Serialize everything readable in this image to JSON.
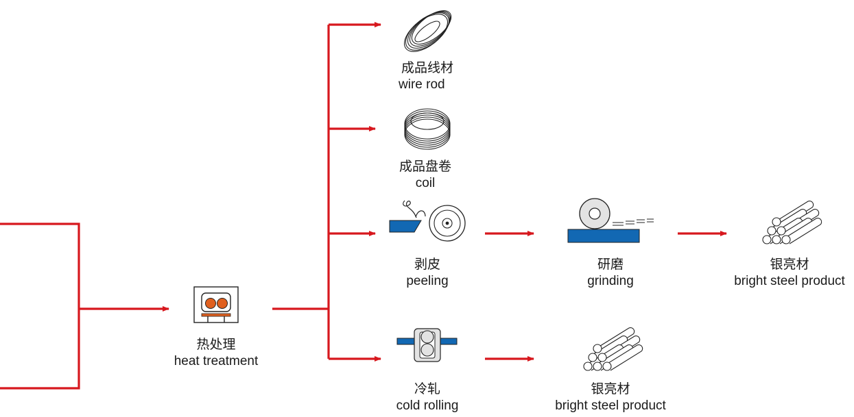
{
  "diagram": {
    "flow_color": "#d7181e",
    "accent_blue": "#1268b3",
    "accent_orange": "#e0601f"
  },
  "nodes": {
    "heat_treatment": {
      "zh": "热处理",
      "en": "heat treatment",
      "icon": "furnace-icon"
    },
    "wire_rod": {
      "zh": "成品线材",
      "en": "wire rod",
      "icon": "wire-rod-icon"
    },
    "coil": {
      "zh": "成品盘卷",
      "en": "coil",
      "icon": "coil-icon"
    },
    "peeling": {
      "zh": "剥皮",
      "en": "peeling",
      "icon": "peeling-icon"
    },
    "grinding": {
      "zh": "研磨",
      "en": "grinding",
      "icon": "grinding-icon"
    },
    "bright_steel_1": {
      "zh": "银亮材",
      "en": "bright steel product",
      "icon": "bar-bundle-icon"
    },
    "cold_rolling": {
      "zh": "冷轧",
      "en": "cold rolling",
      "icon": "rolling-mill-icon"
    },
    "bright_steel_2": {
      "zh": "银亮材",
      "en": "bright steel product",
      "icon": "bar-bundle-icon"
    }
  }
}
